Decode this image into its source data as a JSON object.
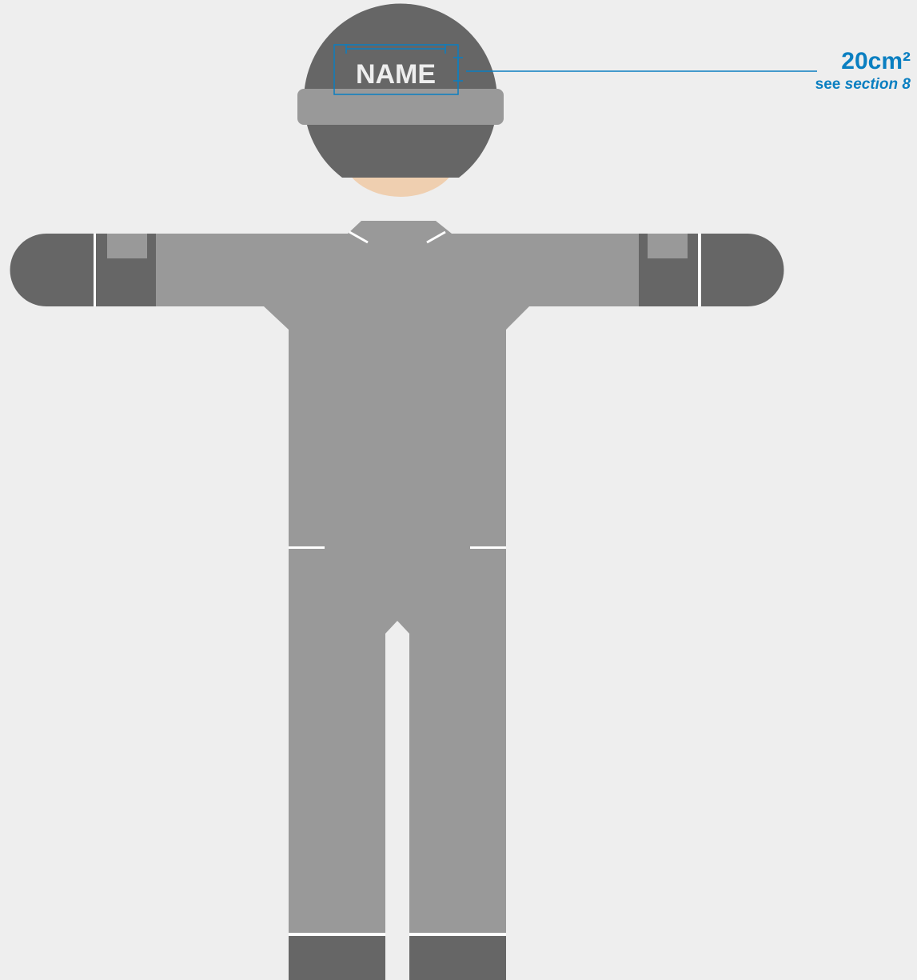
{
  "label": {
    "name_text": "NAME"
  },
  "callout": {
    "area_value": "20cm²",
    "reference_prefix": "see",
    "reference_section": "section 8"
  },
  "colors": {
    "background": "#eeeeee",
    "garment": "#999999",
    "accessory_dark": "#666666",
    "skin": "#efcfb0",
    "seam": "#ffffff",
    "accent": "#0a7fc1"
  }
}
